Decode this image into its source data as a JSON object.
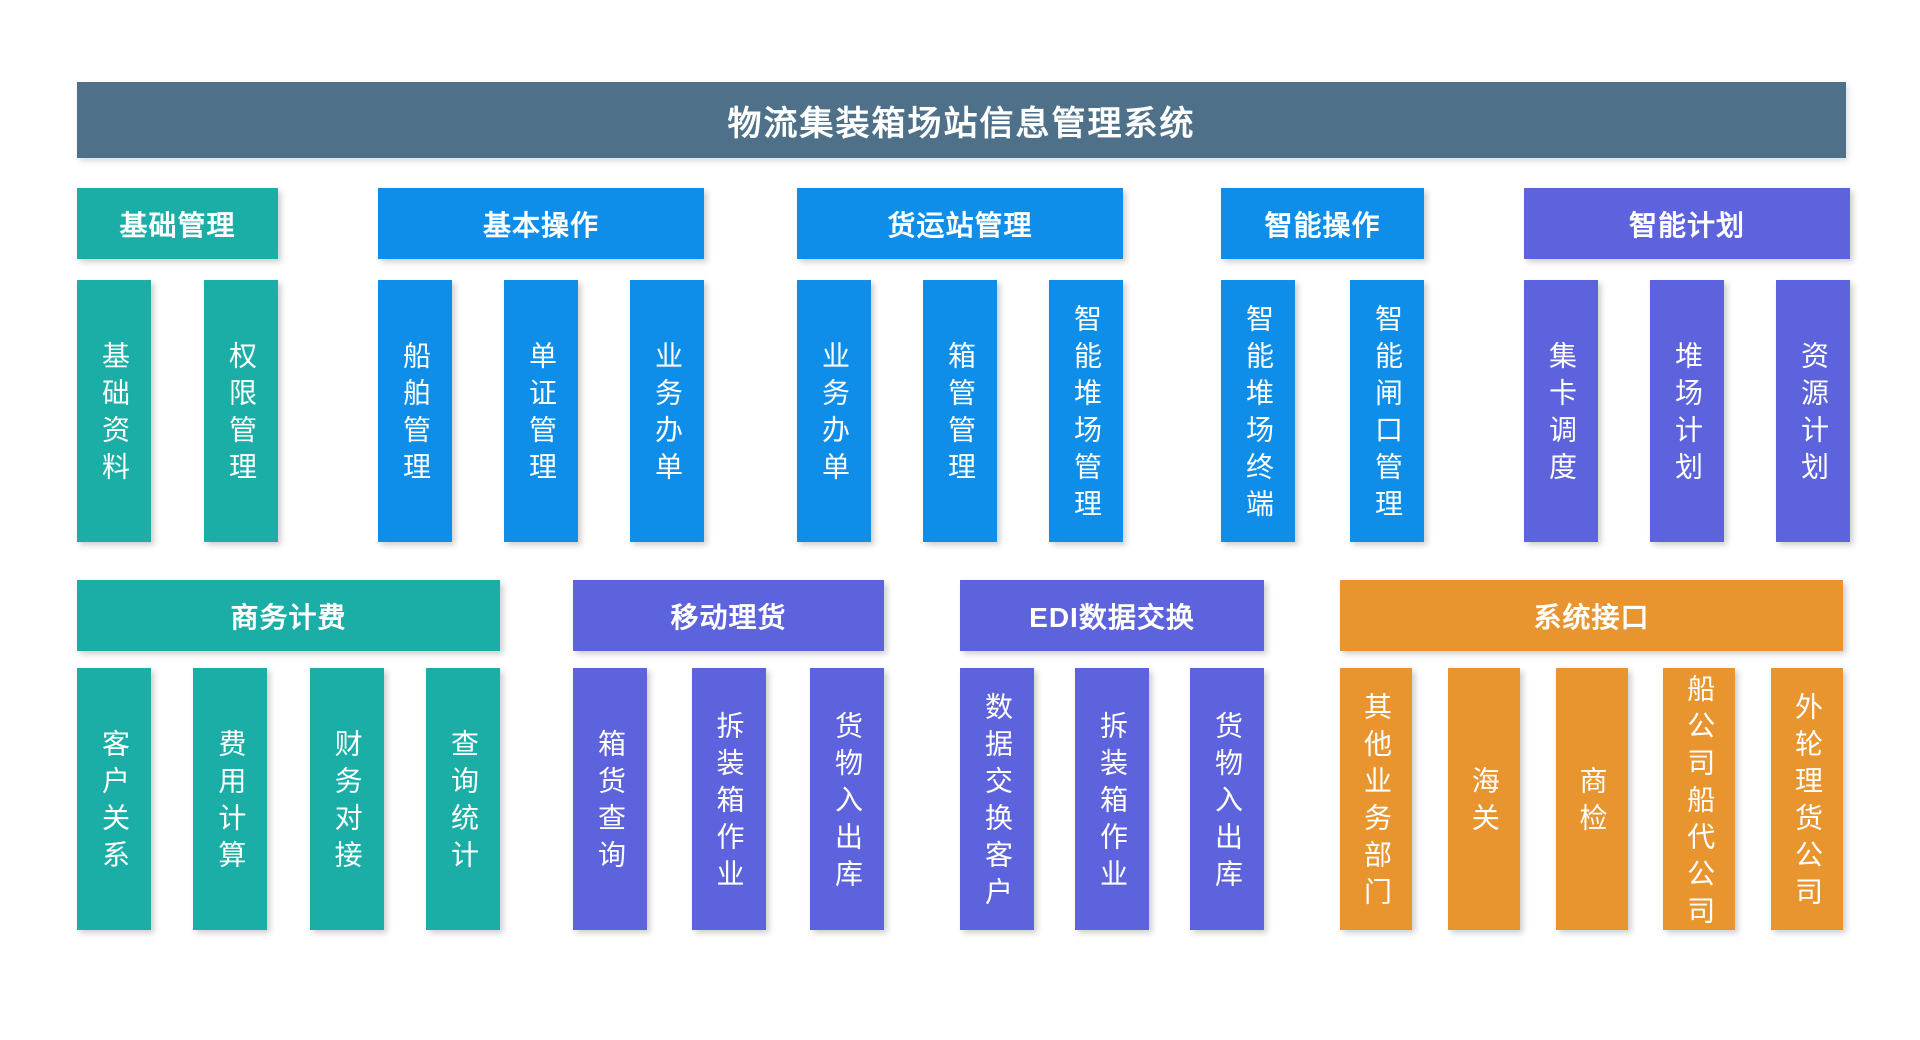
{
  "title": "物流集装箱场站信息管理系统",
  "colors": {
    "banner": "#4e7189",
    "teal": "#1baea6",
    "blue": "#0e8ee9",
    "purple": "#5d63dc",
    "orange": "#e8952f",
    "text": "#ffffff"
  },
  "rows": [
    {
      "groups": [
        {
          "id": "basic-management",
          "title": "基础管理",
          "color": "teal",
          "columns": [
            "基础资料",
            "权限管理"
          ]
        },
        {
          "id": "basic-operations",
          "title": "基本操作",
          "color": "blue",
          "columns": [
            "船舶管理",
            "单证管理",
            "业务办单"
          ]
        },
        {
          "id": "freight-station-management",
          "title": "货运站管理",
          "color": "blue",
          "columns": [
            "业务办单",
            "箱管管理",
            "智能堆场管理"
          ]
        },
        {
          "id": "smart-operations",
          "title": "智能操作",
          "color": "blue",
          "columns": [
            "智能堆场终端",
            "智能闸口管理"
          ]
        },
        {
          "id": "smart-planning",
          "title": "智能计划",
          "color": "purple",
          "columns": [
            "集卡调度",
            "堆场计划",
            "资源计划"
          ]
        }
      ]
    },
    {
      "groups": [
        {
          "id": "commerce-billing",
          "title": "商务计费",
          "color": "teal",
          "columns": [
            "客户关系",
            "费用计算",
            "财务对接",
            "查询统计"
          ]
        },
        {
          "id": "mobile-tally",
          "title": "移动理货",
          "color": "purple",
          "columns": [
            "箱货查询",
            "拆装箱作业",
            "货物入出库"
          ]
        },
        {
          "id": "edi-data-exchange",
          "title": "EDI数据交换",
          "color": "purple",
          "columns": [
            "数据交换客户",
            "拆装箱作业",
            "货物入出库"
          ]
        },
        {
          "id": "system-interface",
          "title": "系统接口",
          "color": "orange",
          "columns": [
            "其他业务部门",
            "海关",
            "商检",
            "船公司船代公司",
            "外轮理货公司"
          ]
        }
      ]
    }
  ]
}
